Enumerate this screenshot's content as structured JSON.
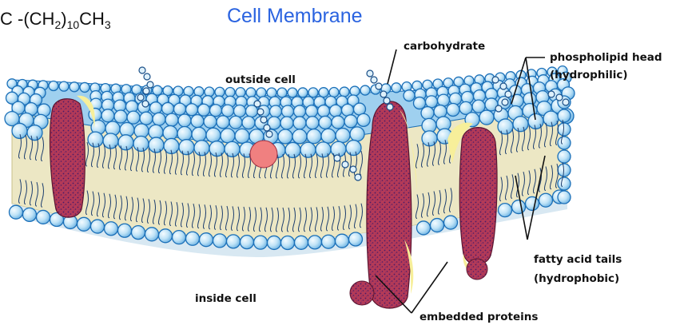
{
  "formula": {
    "prefix": "C -(CH",
    "sub1": "2",
    "mid": ")",
    "sub2": "10",
    "suffix": "CH",
    "sub3": "3"
  },
  "title": "Cell Membrane",
  "labels": {
    "carbohydrate": "carbohydrate",
    "phospholipid_head": "phospholipid head",
    "hydrophilic": "(hydrophilic)",
    "outside_cell": "outside cell",
    "fatty_acid_tails": "fatty acid tails",
    "hydrophobic": "(hydrophobic)",
    "inside_cell": "inside cell",
    "embedded_proteins": "embedded proteins"
  },
  "colors": {
    "title": "#2a63e0",
    "head_fill": "#bfe3f7",
    "head_stroke": "#1a6fb8",
    "core": "#ece7c4",
    "protein": "#b33a57",
    "protein_dots": "#4a1a6a",
    "pink_protein": "#f08080"
  }
}
